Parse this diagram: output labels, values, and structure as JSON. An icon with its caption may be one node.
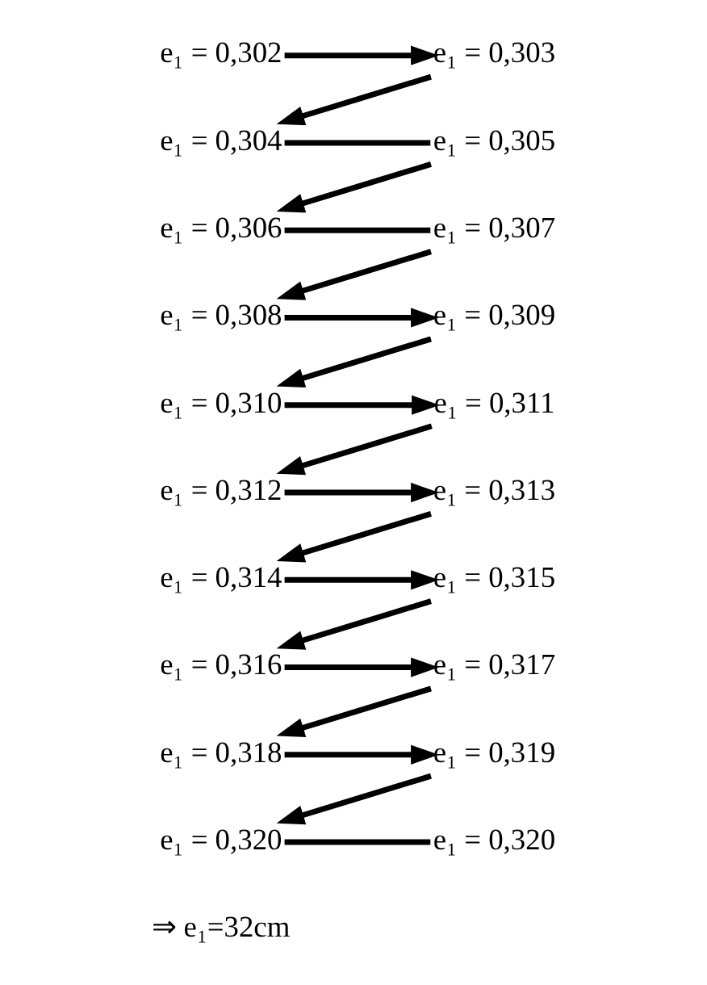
{
  "diagram": {
    "nodes": [
      {
        "text": [
          "e₁ = 0,302"
        ]
      },
      {
        "text": [
          "e₁ = 0,303"
        ]
      },
      {
        "text": [
          "e₁ = 0,304"
        ]
      },
      {
        "text": [
          "e₁ = 0,305"
        ]
      },
      {
        "text": [
          "e₁ = 0,306"
        ]
      },
      {
        "text": [
          "e₁ = 0,307"
        ]
      },
      {
        "text": [
          "e₁ = 0,308"
        ]
      },
      {
        "text": [
          "e₁ = 0,309"
        ]
      },
      {
        "text": [
          "e₁ = 0,310"
        ]
      },
      {
        "text": [
          "e₁ = 0,311"
        ]
      },
      {
        "text": [
          "e₁ = 0,312"
        ]
      },
      {
        "text": [
          "e₁ = 0,313"
        ]
      },
      {
        "text": [
          "e₁ = 0,314"
        ]
      },
      {
        "text": [
          "e₁ = 0,315"
        ]
      },
      {
        "text": [
          "e₁ = 0,316"
        ]
      },
      {
        "text": [
          "e₁ = 0,317"
        ]
      },
      {
        "text": [
          "e₁ = 0,318"
        ]
      },
      {
        "text": [
          "e₁ = 0,319"
        ]
      },
      {
        "text": [
          "e₁ = 0,320"
        ]
      },
      {
        "text": [
          "e₁ = 0,320"
        ]
      }
    ],
    "edges": [
      {
        "from": 0,
        "to": 1,
        "arrow": "to"
      },
      {
        "from": 1,
        "to": 2,
        "arrow": "to"
      },
      {
        "from": 2,
        "to": 3,
        "arrow": "none"
      },
      {
        "from": 3,
        "to": 4,
        "arrow": "to"
      },
      {
        "from": 4,
        "to": 5,
        "arrow": "none"
      },
      {
        "from": 5,
        "to": 6,
        "arrow": "to"
      },
      {
        "from": 6,
        "to": 7,
        "arrow": "to"
      },
      {
        "from": 7,
        "to": 8,
        "arrow": "to"
      },
      {
        "from": 8,
        "to": 9,
        "arrow": "to"
      },
      {
        "from": 9,
        "to": 10,
        "arrow": "to"
      },
      {
        "from": 10,
        "to": 11,
        "arrow": "to"
      },
      {
        "from": 11,
        "to": 12,
        "arrow": "to"
      },
      {
        "from": 12,
        "to": 13,
        "arrow": "to"
      },
      {
        "from": 13,
        "to": 14,
        "arrow": "to"
      },
      {
        "from": 14,
        "to": 15,
        "arrow": "to"
      },
      {
        "from": 15,
        "to": 16,
        "arrow": "to"
      },
      {
        "from": 16,
        "to": 17,
        "arrow": "to"
      },
      {
        "from": 17,
        "to": 18,
        "arrow": "to"
      },
      {
        "from": 18,
        "to": 19,
        "arrow": "none"
      }
    ],
    "labels": [
      "⇒ e₁=32cm"
    ]
  }
}
